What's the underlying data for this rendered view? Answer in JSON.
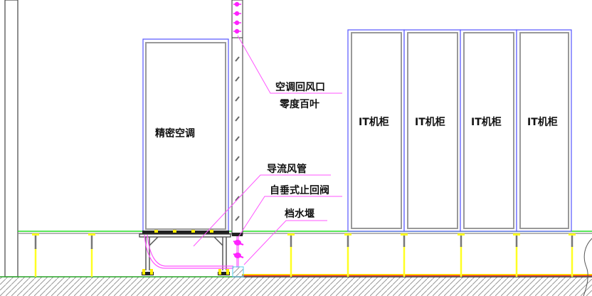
{
  "diagram": {
    "title": "",
    "labels": {
      "ac_unit": "精密空调",
      "return_air_louver_line1": "空调回风口",
      "return_air_louver_line2": "零度百叶",
      "duct": "导流风管",
      "check_valve": "自垂式止回阀",
      "water_barrier": "档水堰"
    },
    "cabinets": [
      {
        "label": "IT机柜"
      },
      {
        "label": "IT机柜"
      },
      {
        "label": "IT机柜"
      },
      {
        "label": "IT机柜"
      }
    ],
    "colors": {
      "outline_blue": "#5555ff",
      "leader_magenta": "#ff44ff",
      "floor_green": "#22dd22",
      "support_yellow": "#ffff22",
      "floor_red": "#ee2222",
      "hatch_gray": "#888888"
    }
  }
}
